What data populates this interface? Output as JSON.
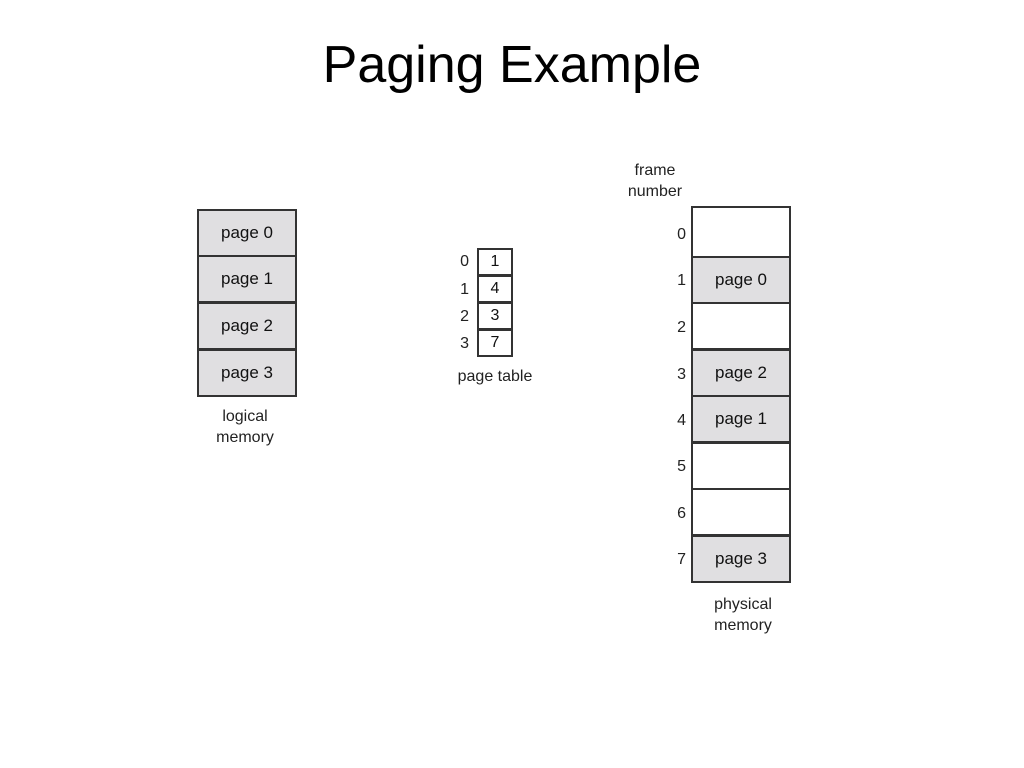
{
  "title": "Paging Example",
  "logical_memory": {
    "pages": [
      "page 0",
      "page 1",
      "page 2",
      "page 3"
    ],
    "caption_line1": "logical",
    "caption_line2": "memory"
  },
  "page_table": {
    "indices": [
      "0",
      "1",
      "2",
      "3"
    ],
    "frames": [
      "1",
      "4",
      "3",
      "7"
    ],
    "caption": "page table"
  },
  "physical_memory": {
    "header_line1": "frame",
    "header_line2": "number",
    "frame_numbers": [
      "0",
      "1",
      "2",
      "3",
      "4",
      "5",
      "6",
      "7"
    ],
    "frames": [
      "",
      "page 0",
      "",
      "page 2",
      "page 1",
      "",
      "",
      "page 3"
    ],
    "caption_line1": "physical",
    "caption_line2": "memory"
  },
  "colors": {
    "filled": "#e0dfe1",
    "empty": "#ffffff",
    "border": "#333333"
  }
}
